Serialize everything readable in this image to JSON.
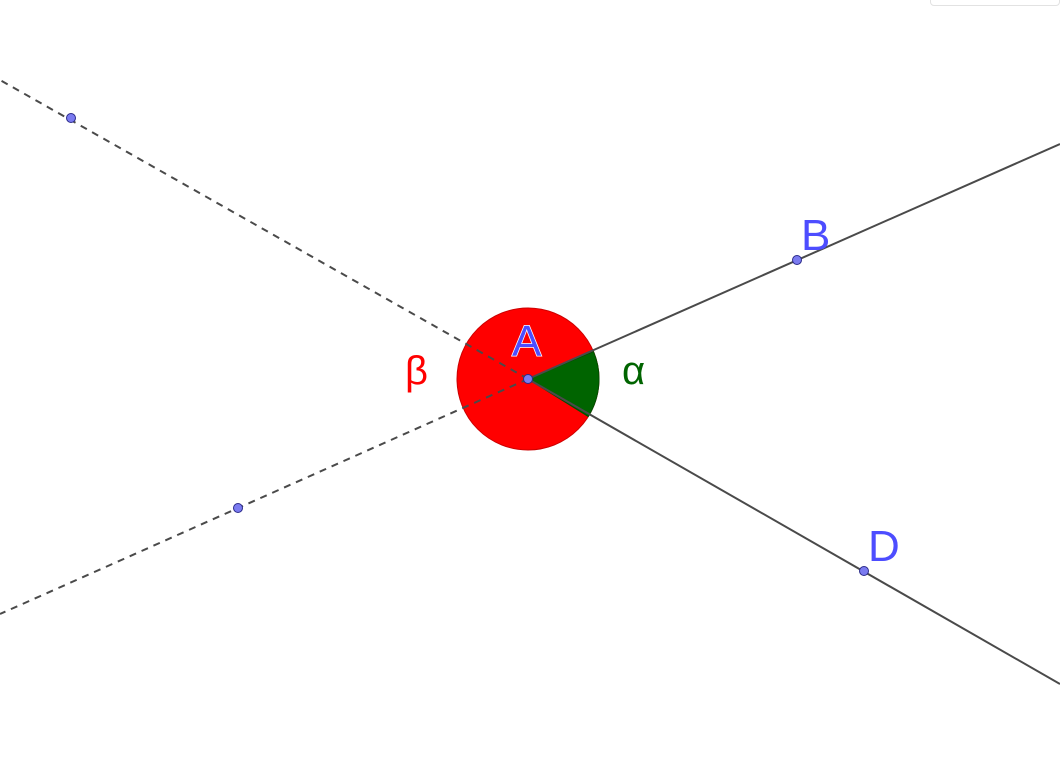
{
  "diagram": {
    "points": {
      "A": {
        "label": "A",
        "color": "#4d4dff"
      },
      "B": {
        "label": "B",
        "color": "#4d4dff"
      },
      "D": {
        "label": "D",
        "color": "#4d4dff"
      }
    },
    "angles": {
      "alpha": {
        "label": "α",
        "color": "#006400"
      },
      "beta": {
        "label": "β",
        "color": "#ff0000"
      }
    },
    "colors": {
      "line": "#4a4a4a",
      "point_fill": "#7b7bf0",
      "point_stroke": "#2a2a8a",
      "alpha_fill": "#006400",
      "beta_fill": "#ff0000"
    }
  }
}
